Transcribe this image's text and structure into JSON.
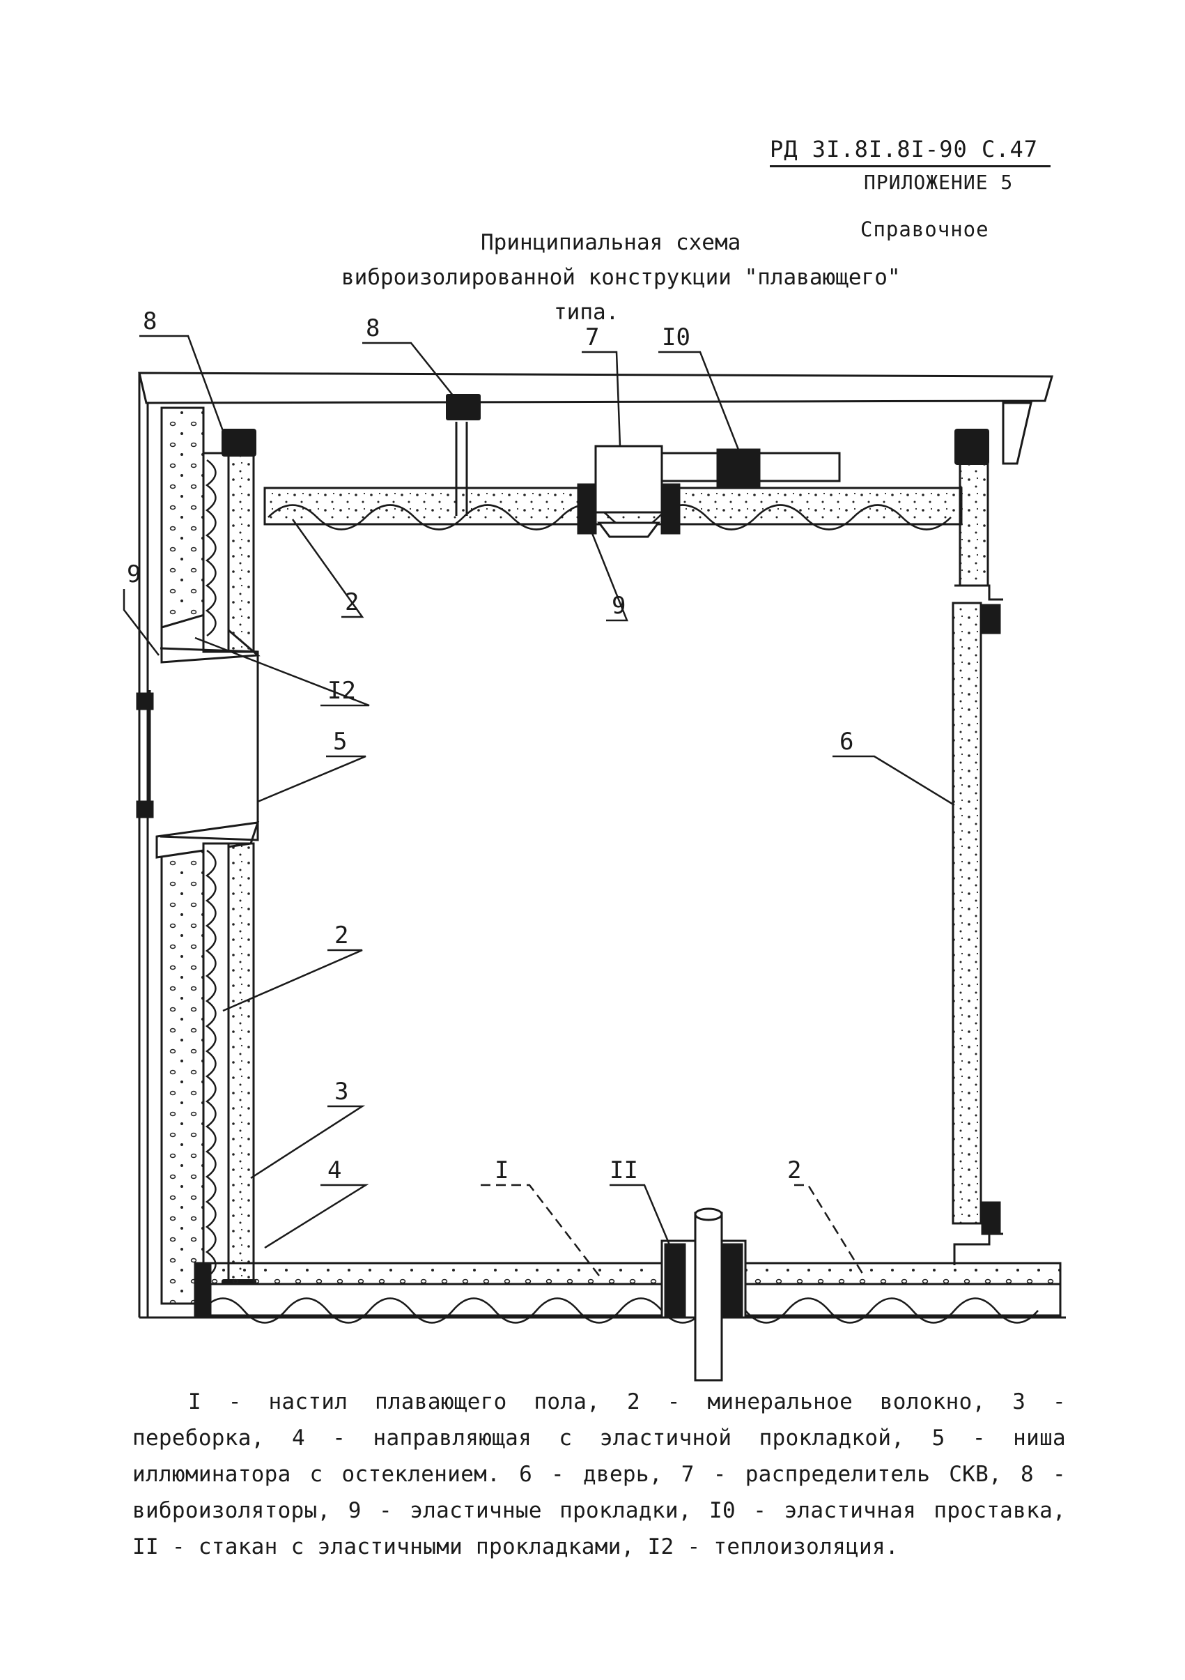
{
  "header": {
    "doc_code": "РД 3I.8I.8I-90 С.47",
    "appendix": "ПРИЛОЖЕНИЕ 5",
    "reference": "Справочное"
  },
  "title": {
    "line1": "Принципиальная схема",
    "line2": "виброизолированной конструкции \"плавающего\"",
    "line3": "типа."
  },
  "callouts": {
    "c8_left": "8",
    "c8_top": "8",
    "c7": "7",
    "c10": "I0",
    "c9_left": "9",
    "c9_mid": "9",
    "c2_top": "2",
    "c12": "I2",
    "c5": "5",
    "c6": "6",
    "c2_left": "2",
    "c3": "3",
    "c4": "4",
    "c1": "I",
    "c11": "II",
    "c2_floor": "2"
  },
  "legend": "I - настил плавающего пола, 2 - минеральное волокно, 3 - переборка, 4 - направляющая с эластичной прокладкой, 5 - ниша иллюминатора с остеклением. 6 - дверь, 7 - распределитель СКВ, 8 - виброизоляторы, 9 - эластичные прокладки, I0 - эластичная проставка, II - стакан с эластичными прокладками, I2 - теплоизоляция."
}
